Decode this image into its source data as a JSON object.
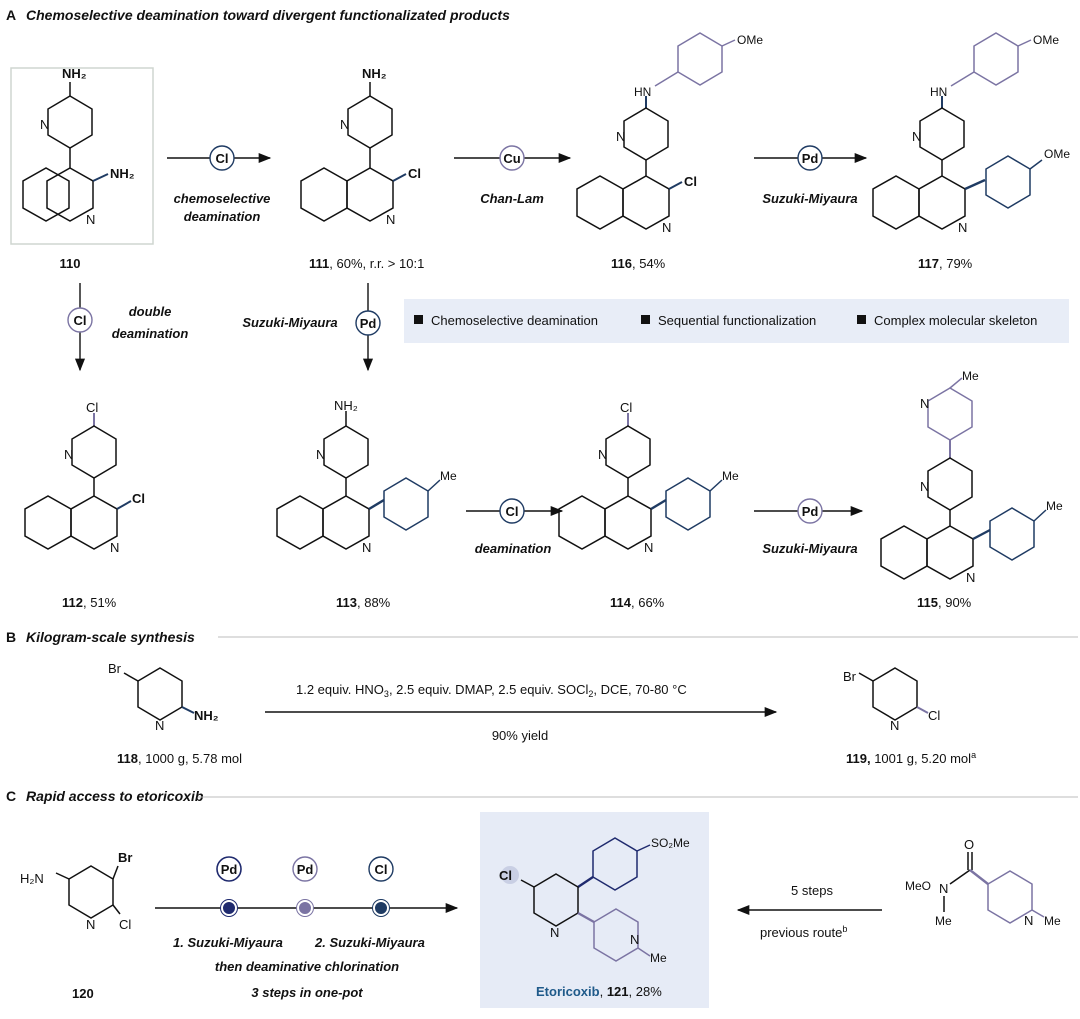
{
  "sectionA": {
    "letter": "A",
    "title": "Chemoselective deamination toward divergent functionalizated products",
    "reagent_cl": "Cl",
    "reagent_cu": "Cu",
    "reagent_pd": "Pd",
    "chemoselective_line1": "chemoselective",
    "chemoselective_line2": "deamination",
    "chan_lam": "Chan-Lam",
    "suzuki_miyaura": "Suzuki-Miyaura",
    "double_line1": "double",
    "double_line2": "deamination",
    "deamination": "deamination",
    "legend": [
      "Chemoselective deamination",
      "Sequential functionalization",
      "Complex molecular skeleton"
    ],
    "compounds": {
      "c110": {
        "num": "110",
        "rest": ""
      },
      "c111": {
        "num": "111",
        "rest": ", 60%, r.r. > 10:1"
      },
      "c116": {
        "num": "116",
        "rest": ", 54%"
      },
      "c117": {
        "num": "117",
        "rest": ", 79%"
      },
      "c112": {
        "num": "112",
        "rest": ", 51%"
      },
      "c113": {
        "num": "113",
        "rest": ", 88%"
      },
      "c114": {
        "num": "114",
        "rest": ", 66%"
      },
      "c115": {
        "num": "115",
        "rest": ", 90%"
      }
    }
  },
  "sectionB": {
    "letter": "B",
    "title": "Kilogram-scale  synthesis",
    "conditions_pre": "1.2 equiv. HNO",
    "conditions_sub3": "3",
    "conditions_mid": ", 2.5 equiv. DMAP, 2.5 equiv. SOCl",
    "conditions_sub2": "2",
    "conditions_post": ", DCE, 70-80 °C",
    "yield": "90% yield",
    "c118_num": "118",
    "c118_rest": ", 1000 g, 5.78 mol",
    "c119_num": "119,",
    "c119_rest": " 1001 g, 5.20 mol",
    "c119_sup": "a"
  },
  "sectionC": {
    "letter": "C",
    "title": "Rapid access to etoricoxib",
    "c120": "120",
    "step1": "1. Suzuki-Miyaura",
    "step2": "2. Suzuki-Miyaura",
    "step3": "then deaminative chlorination",
    "one_pot": "3 steps in one-pot",
    "product_name": "Etoricoxib",
    "product_num": "121",
    "product_yield": ", 28%",
    "five_steps": "5 steps",
    "previous_route": "previous route",
    "previous_sup": "b",
    "so2me": "SO₂Me"
  },
  "atoms": {
    "N": "N",
    "NH2": "NH₂",
    "HN": "HN",
    "Cl": "Cl",
    "Br": "Br",
    "OMe": "OMe",
    "Me": "Me",
    "H2N": "H₂N",
    "MeO": "MeO",
    "O": "O"
  },
  "colors": {
    "navy": "#1f3b63",
    "purple": "#7b74a3",
    "box_fill": "#e6ebf6",
    "legend_fill": "#e8edf7",
    "rule": "#bdbdbd"
  }
}
